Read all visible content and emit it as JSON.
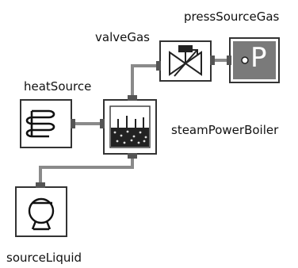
{
  "diagram": {
    "components": [
      {
        "id": "pressSourceGas",
        "label": "pressSourceGas",
        "symbol": "P",
        "icon": "pressure-source-icon"
      },
      {
        "id": "valveGas",
        "label": "valveGas",
        "icon": "valve-icon"
      },
      {
        "id": "heatSource",
        "label": "heatSource",
        "icon": "heating-coil-icon"
      },
      {
        "id": "steamPowerBoiler",
        "label": "steamPowerBoiler",
        "icon": "boiler-icon"
      },
      {
        "id": "sourceLiquid",
        "label": "sourceLiquid",
        "icon": "pump-icon"
      }
    ],
    "connections": [
      {
        "from": "steamPowerBoiler",
        "to": "valveGas"
      },
      {
        "from": "valveGas",
        "to": "pressSourceGas"
      },
      {
        "from": "heatSource",
        "to": "steamPowerBoiler"
      },
      {
        "from": "steamPowerBoiler",
        "to": "sourceLiquid"
      }
    ],
    "colors": {
      "block_border": "#333333",
      "connector": "#888888",
      "port": "#555555",
      "p_fill": "#777777"
    }
  }
}
